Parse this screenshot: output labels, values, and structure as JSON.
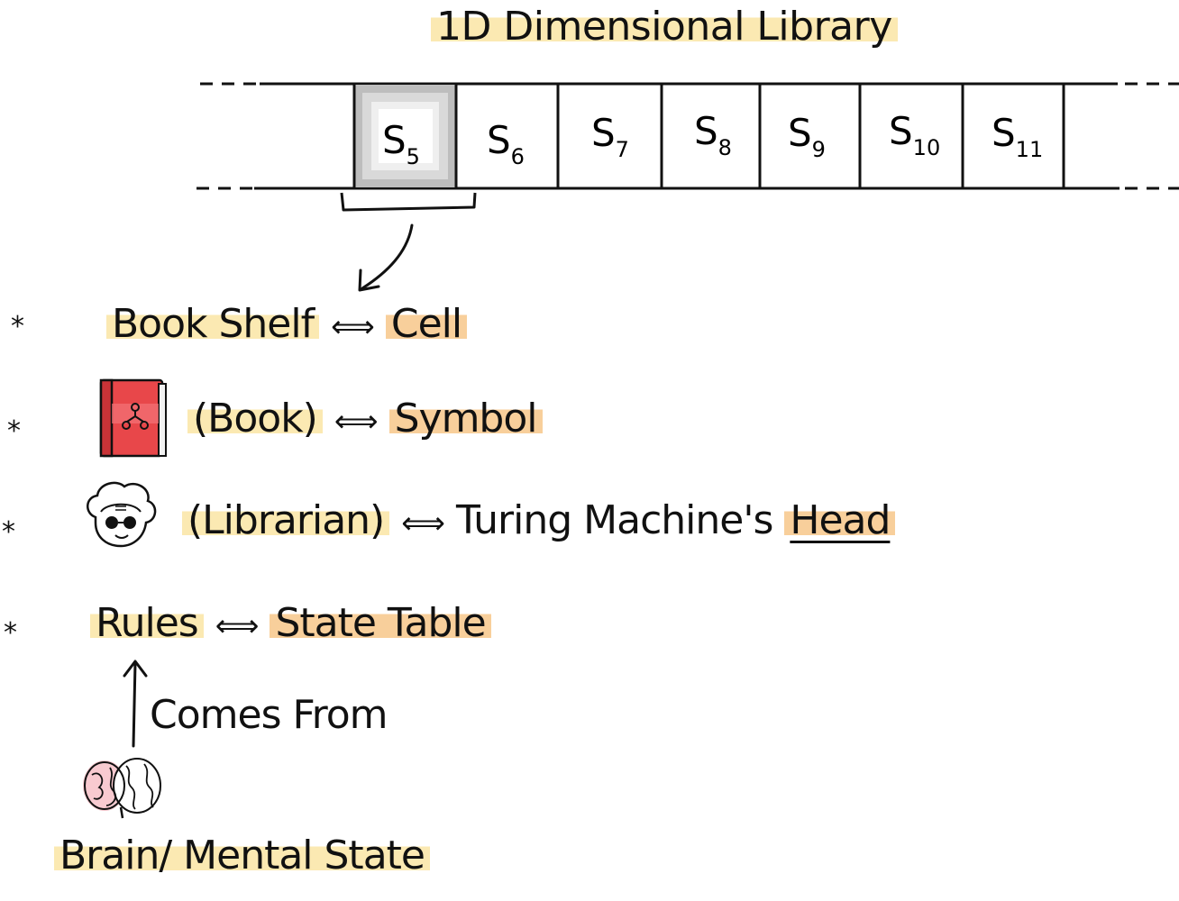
{
  "title": "1D Dimensional Library",
  "tape": {
    "cells": [
      {
        "letter": "S",
        "index": "5",
        "selected": true
      },
      {
        "letter": "S",
        "index": "6"
      },
      {
        "letter": "S",
        "index": "7"
      },
      {
        "letter": "S",
        "index": "8"
      },
      {
        "letter": "S",
        "index": "9"
      },
      {
        "letter": "S",
        "index": "10"
      },
      {
        "letter": "S",
        "index": "11"
      }
    ]
  },
  "mappings": [
    {
      "bullet": "*",
      "left": "Book Shelf",
      "arrow": "⟺",
      "right": "Cell"
    },
    {
      "bullet": "*",
      "left": "(Book)",
      "arrow": "⟺",
      "right": "Symbol"
    },
    {
      "bullet": "*",
      "left": "(Librarian)",
      "arrow": "⟺",
      "right_prefix": "Turing Machine's ",
      "right": "Head"
    },
    {
      "bullet": "*",
      "left": "Rules",
      "arrow": "⟺",
      "right": "State Table"
    }
  ],
  "comes_from": "Comes From",
  "brain_label": "Brain/ Mental State",
  "icons": {
    "book": "book-icon",
    "librarian": "librarian-icon",
    "brain": "brain-icon"
  },
  "colors": {
    "highlight_yellow": "#fbe9b2",
    "highlight_orange": "#f8cf9b",
    "book_red": "#e8474a",
    "brain_pink": "#f4a7b0",
    "selected_cell": "#bdbdbd"
  }
}
